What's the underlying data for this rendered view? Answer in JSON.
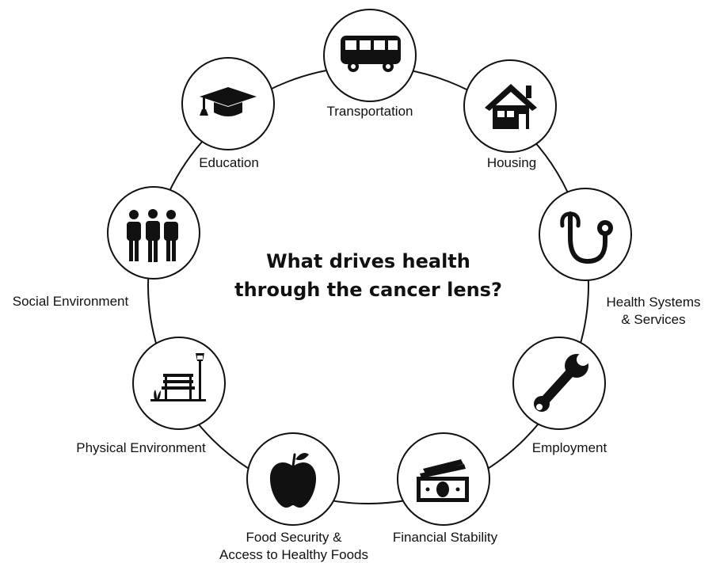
{
  "title": {
    "line1": "What drives health",
    "line2": "through the cancer lens?"
  },
  "nodes": [
    {
      "label_lines": [
        "Transportation"
      ],
      "icon": "bus-icon"
    },
    {
      "label_lines": [
        "Housing"
      ],
      "icon": "house-icon"
    },
    {
      "label_lines": [
        "Health Systems",
        "& Services"
      ],
      "icon": "stethoscope-icon"
    },
    {
      "label_lines": [
        "Employment"
      ],
      "icon": "wrench-icon"
    },
    {
      "label_lines": [
        "Financial Stability"
      ],
      "icon": "money-icon"
    },
    {
      "label_lines": [
        "Food Security &",
        "Access to Healthy Foods"
      ],
      "icon": "apple-icon"
    },
    {
      "label_lines": [
        "Physical Environment"
      ],
      "icon": "park-bench-icon"
    },
    {
      "label_lines": [
        "Social Environment"
      ],
      "icon": "people-icon"
    },
    {
      "label_lines": [
        "Education"
      ],
      "icon": "graduation-cap-icon"
    }
  ]
}
